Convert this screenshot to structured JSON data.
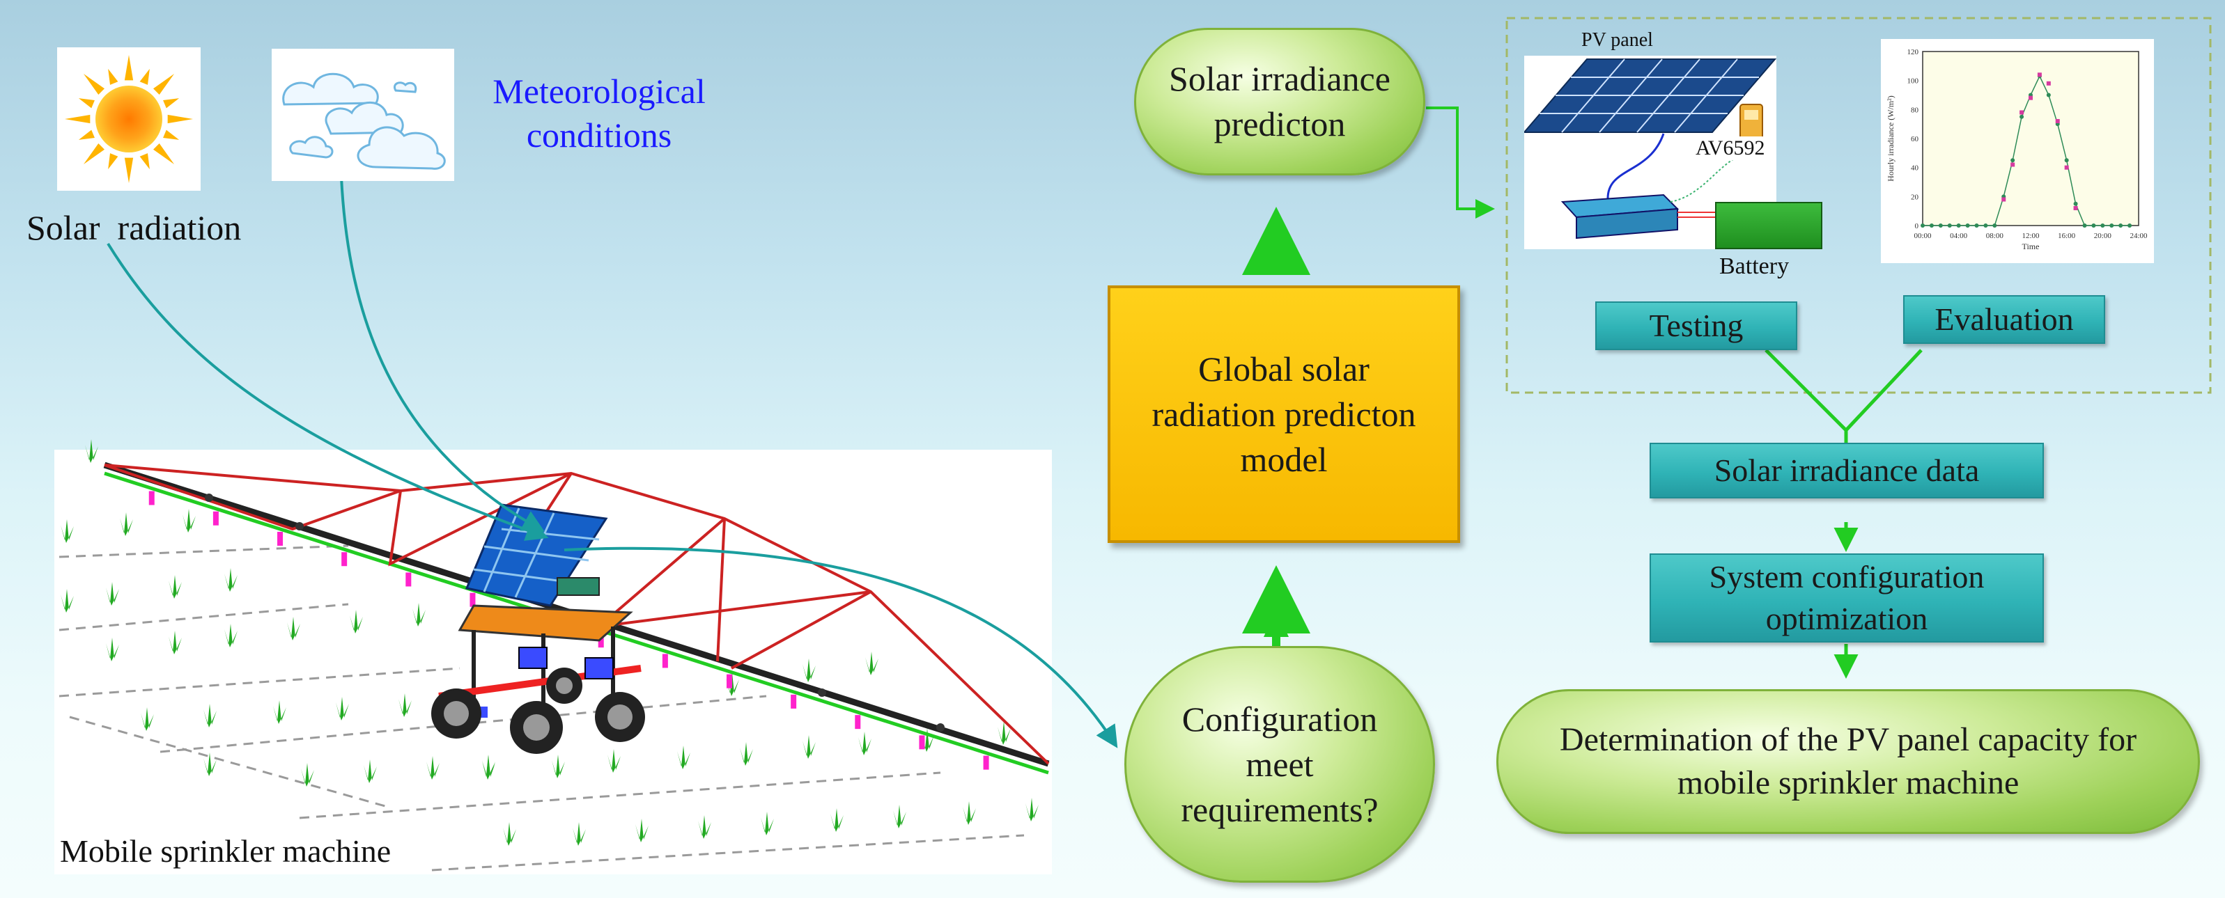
{
  "labels": {
    "solar_radiation": "Solar  radiation",
    "meteorological_line1": "Meteorological",
    "meteorological_line2": "conditions",
    "mobile_sprinkler": "Mobile sprinkler machine",
    "pv_panel": "PV panel",
    "meter": "AV6592",
    "battery": "Battery"
  },
  "nodes": {
    "irradiance_prediction": "Solar irradiance predicton",
    "global_model": "Global solar radiation predicton model",
    "configuration_check": "Configuration meet requirements?",
    "testing": "Testing",
    "evaluation": "Evaluation",
    "irradiance_data": "Solar irradiance data",
    "system_config": "System configuration optimization",
    "determination": "Determination of the PV panel capacity for mobile sprinkler machine"
  },
  "colors": {
    "green_arrow": "#22cc22",
    "teal_curve": "#1a9e9e",
    "pill_green": "#9fd25a",
    "teal_box": "#2fb3b6",
    "yellow_box": "#f7b800",
    "meteorological_text": "#1a1aff"
  },
  "icons": [
    "sun-icon",
    "cloud-icon",
    "pv-panel-icon",
    "battery-icon",
    "meter-icon",
    "sprinkler-machine-icon",
    "crop-icon"
  ],
  "chart_data": {
    "type": "scatter",
    "title": "",
    "xlabel": "Time",
    "ylabel": "Hourly irradiance (W/m²)",
    "x_ticks": [
      "00:00",
      "04:00",
      "08:00",
      "12:00",
      "16:00",
      "20:00",
      "24:00"
    ],
    "y_ticks": [
      "0",
      "20",
      "40",
      "60",
      "80",
      "100",
      "120"
    ],
    "ylim": [
      0,
      120
    ],
    "xlim": [
      0,
      24
    ],
    "series": [
      {
        "x": [
          0,
          1,
          2,
          3,
          4,
          5,
          6,
          7,
          8,
          9,
          10,
          11,
          12,
          13,
          14,
          15,
          16,
          17,
          18,
          19,
          20,
          21,
          22,
          23
        ],
        "y": [
          0,
          0,
          0,
          0,
          0,
          0,
          0,
          0,
          0,
          20,
          45,
          75,
          90,
          103,
          90,
          70,
          45,
          15,
          0,
          0,
          0,
          0,
          0,
          0
        ]
      },
      {
        "x": [
          9,
          10,
          11,
          12,
          13,
          14,
          15,
          16,
          17
        ],
        "y": [
          18,
          42,
          78,
          88,
          104,
          98,
          72,
          40,
          12
        ]
      }
    ]
  }
}
